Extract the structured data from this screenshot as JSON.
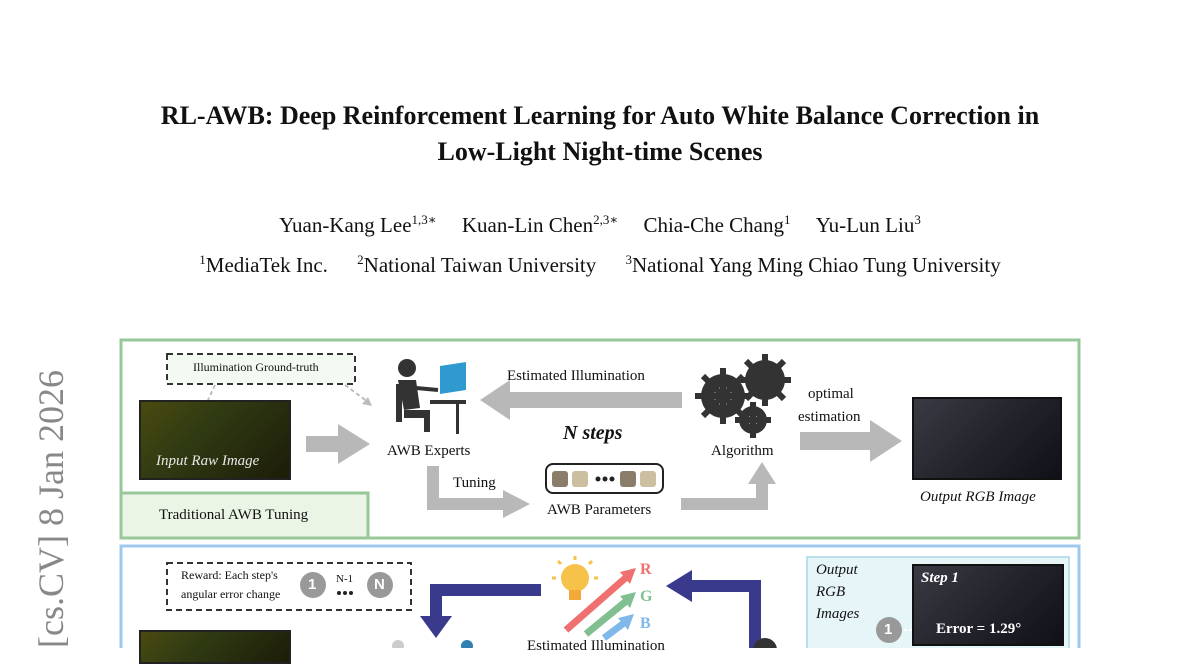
{
  "paper": {
    "title_line1": "RL-AWB: Deep Reinforcement Learning for Auto White Balance Correction in",
    "title_line2": "Low-Light Night-time Scenes",
    "authors": [
      {
        "name": "Yuan-Kang Lee",
        "sup": "1,3∗"
      },
      {
        "name": "Kuan-Lin Chen",
        "sup": "2,3∗"
      },
      {
        "name": "Chia-Che Chang",
        "sup": "1"
      },
      {
        "name": "Yu-Lun Liu",
        "sup": "3"
      }
    ],
    "affiliations": [
      {
        "sup": "1",
        "name": "MediaTek Inc."
      },
      {
        "sup": "2",
        "name": "National Taiwan University"
      },
      {
        "sup": "3",
        "name": "National Yang Ming Chiao Tung University"
      }
    ],
    "arxiv_stamp": "[cs.CV]  8 Jan 2026"
  },
  "figure": {
    "top_panel": {
      "illum_gt": "Illumination Ground-truth",
      "input_raw": "Input Raw Image",
      "awb_experts": "AWB Experts",
      "estimated_illum": "Estimated Illumination",
      "n_steps": "N steps",
      "algorithm": "Algorithm",
      "optimal": "optimal",
      "estimation": "estimation",
      "tuning": "Tuning",
      "awb_params": "AWB Parameters",
      "output_rgb": "Output RGB Image",
      "panel_label": "Traditional AWB Tuning"
    },
    "bottom_panel": {
      "reward_line1": "Reward: Each step's",
      "reward_line2": "angular error change",
      "step_1": "1",
      "step_n1": "N-1",
      "step_n": "N",
      "r": "R",
      "g": "G",
      "b": "B",
      "estimated_illum_cut": "Estimated Illumination",
      "output_line1": "Output",
      "output_line2": "RGB",
      "output_line3": "Images",
      "step_label": "Step 1",
      "error_label": "Error = 1.29°",
      "circle_1": "1"
    },
    "colors": {
      "green_border": "#98c89a",
      "blue_border": "#9fc8ee",
      "arrow_gray": "#b8b8b8",
      "arrow_navy": "#3a3a8c"
    }
  }
}
